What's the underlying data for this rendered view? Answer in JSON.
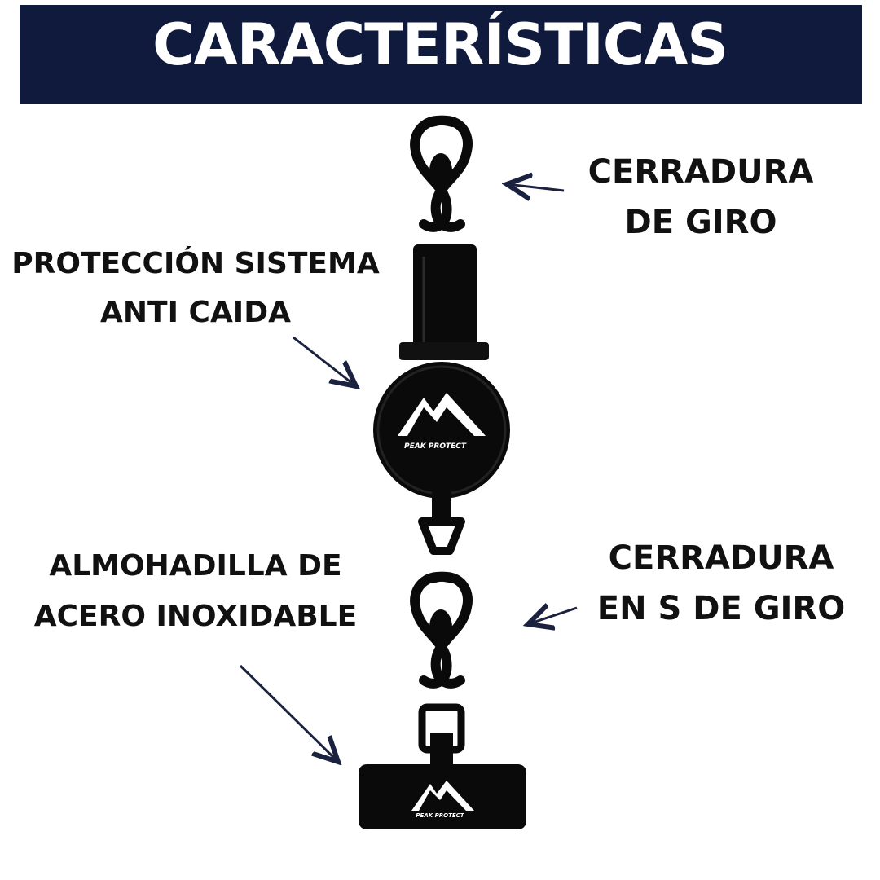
{
  "header": {
    "title": "CARACTERÍSTICAS"
  },
  "labels": {
    "top_right": {
      "line1": "CERRADURA",
      "line2": "DE GIRO"
    },
    "left_mid": {
      "line1": "PROTECCIÓN SISTEMA",
      "line2": "ANTI CAIDA"
    },
    "bottom_left": {
      "line1": "ALMOHADILLA DE",
      "line2": "ACERO INOXIDABLE"
    },
    "bottom_right": {
      "line1": "CERRADURA",
      "line2": "EN S DE GIRO"
    }
  },
  "product": {
    "brand": "PEAK PROTECT"
  },
  "colors": {
    "banner": "#0f1a3d",
    "product": "#0a0a0a",
    "arrow": "#1b2240"
  }
}
